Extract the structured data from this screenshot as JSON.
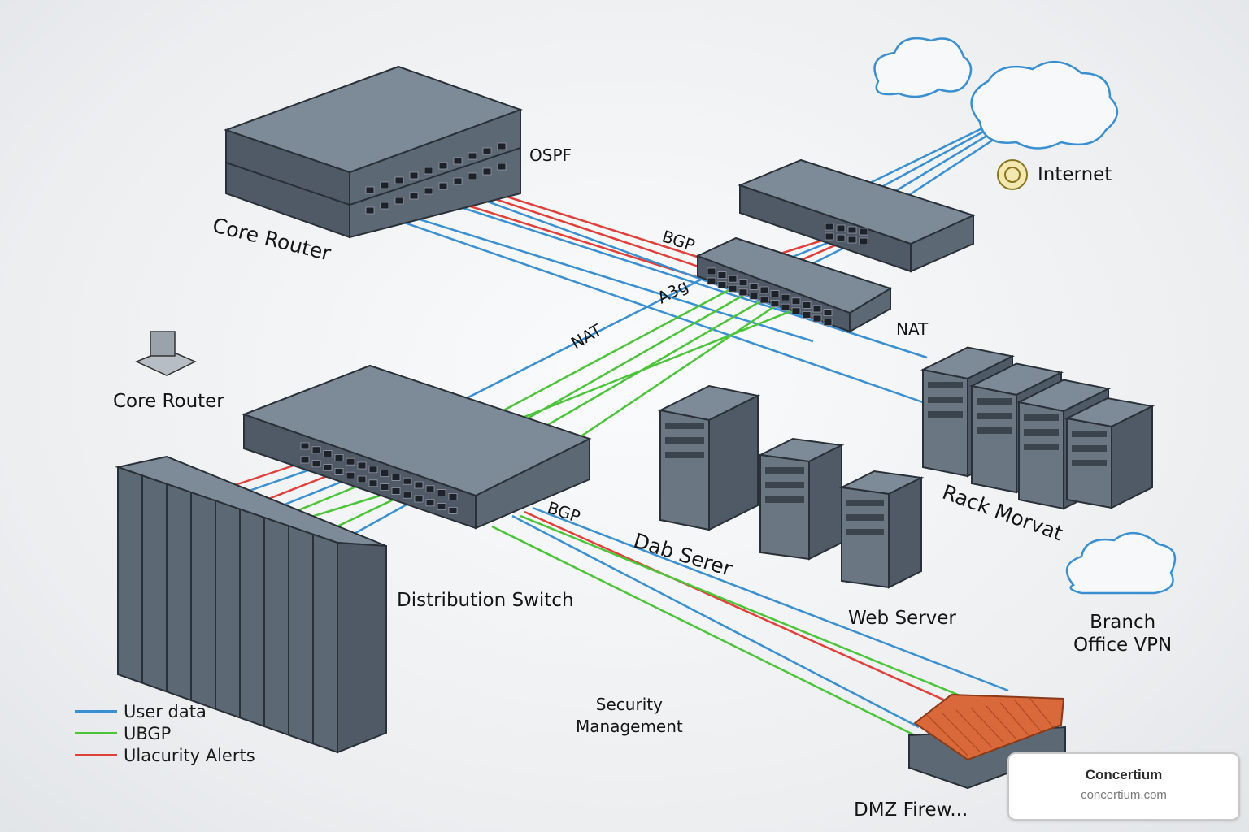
{
  "colors": {
    "user_data": "#3a8fd0",
    "bgp": "#4cc43a",
    "alerts": "#e0403a",
    "device": "#5f6b78",
    "firewall": "#d9683a"
  },
  "labels": {
    "core_router_top": "Core Router",
    "ospf": "OSPF",
    "bgp_top": "BGP",
    "a3g": "A3g",
    "nat_left": "NAT",
    "nat_right": "NAT",
    "internet": "Internet",
    "core_router_left": "Core Router",
    "rack": "Rack Morvat",
    "dab_server": "Dab Serer",
    "bgp_bottom": "BGP",
    "distribution_switch": "Distribution Switch",
    "web_server": "Web Server",
    "branch_vpn_line1": "Branch",
    "branch_vpn_line2": "Office VPN",
    "security_line1": "Security",
    "security_line2": "Management",
    "dmz_firewall": "DMZ Firew..."
  },
  "legend": [
    {
      "label": "User data",
      "color": "#3a8fd0"
    },
    {
      "label": "UBGP",
      "color": "#4cc43a"
    },
    {
      "label": "Ulacurity Alerts",
      "color": "#e0403a"
    }
  ],
  "card": {
    "title": "Concertium",
    "url": "concertium.com"
  },
  "icons": [
    "cloud-icon",
    "internet-globe-icon",
    "router-icon",
    "switch-icon",
    "server-tower-icon",
    "rack-icon",
    "firewall-icon",
    "branch-vpn-cloud-icon",
    "workstation-icon"
  ]
}
